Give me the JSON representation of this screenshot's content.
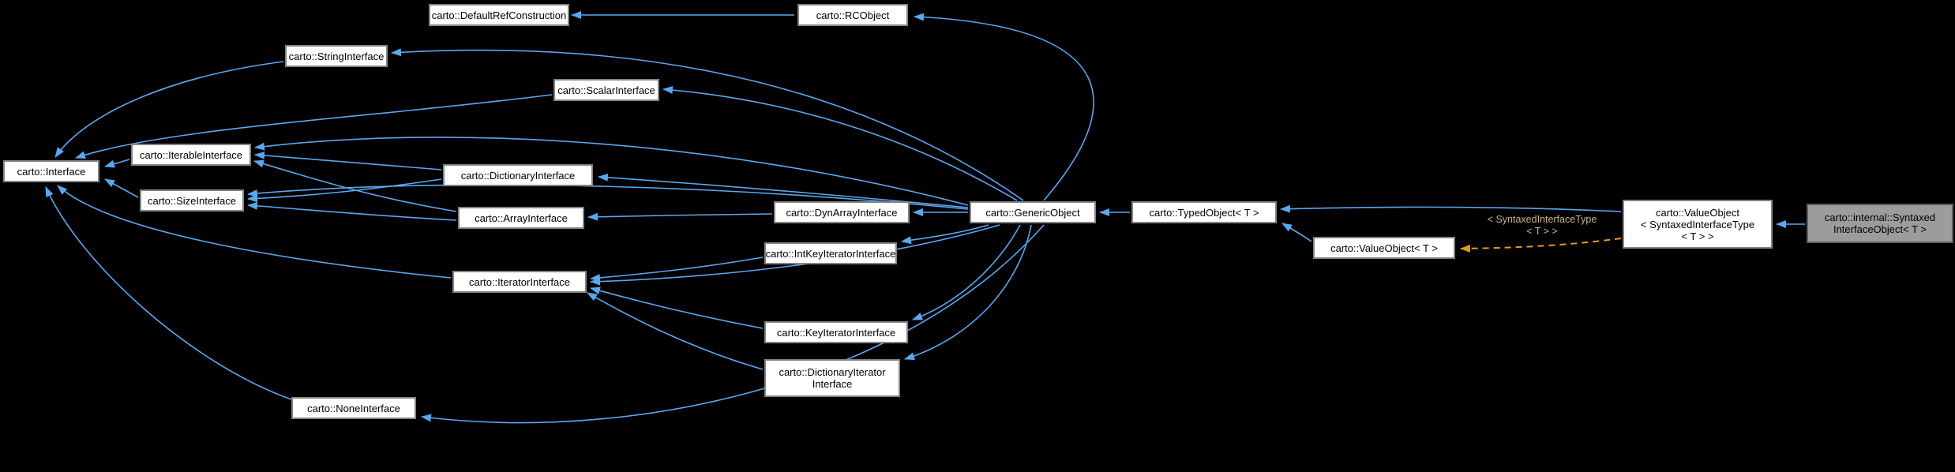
{
  "diagram": {
    "background_color": "#000000",
    "inheritance_edge_color": "#5aa7ef",
    "template_edge_color": "#e8971e",
    "node_fill_color": "#ffffff",
    "node_border_color": "#848484",
    "highlighted_node_fill_color": "#9c9c9c"
  },
  "nodes": {
    "default_ref_construction": {
      "label": "carto::DefaultRefConstruction"
    },
    "rc_object": {
      "label": "carto::RCObject"
    },
    "string_interface": {
      "label": "carto::StringInterface"
    },
    "scalar_interface": {
      "label": "carto::ScalarInterface"
    },
    "interface": {
      "label": "carto::Interface"
    },
    "iterable_interface": {
      "label": "carto::IterableInterface"
    },
    "size_interface": {
      "label": "carto::SizeInterface"
    },
    "dictionary_interface": {
      "label": "carto::DictionaryInterface"
    },
    "array_interface": {
      "label": "carto::ArrayInterface"
    },
    "dyn_array_interface": {
      "label": "carto::DynArrayInterface"
    },
    "generic_object": {
      "label": "carto::GenericObject"
    },
    "typed_object": {
      "label": "carto::TypedObject< T >"
    },
    "value_object_t": {
      "label": "carto::ValueObject< T >"
    },
    "value_object_syntaxed": {
      "line1": "carto::ValueObject",
      "line2": "< SyntaxedInterfaceType",
      "line3": "< T > >"
    },
    "syntaxed_interface_object": {
      "line1": "carto::internal::Syntaxed",
      "line2": "InterfaceObject< T >"
    },
    "int_key_iterator_interface": {
      "label": "carto::IntKeyIteratorInterface"
    },
    "iterator_interface": {
      "label": "carto::IteratorInterface"
    },
    "key_iterator_interface": {
      "label": "carto::KeyIteratorInterface"
    },
    "dictionary_iterator_interface": {
      "line1": "carto::DictionaryIterator",
      "line2": "Interface"
    },
    "none_interface": {
      "label": "carto::NoneInterface"
    }
  },
  "edge_label": {
    "line1": "< SyntaxedInterfaceType",
    "line2": "< T > >"
  },
  "edges": [
    {
      "from": "carto::RCObject",
      "to": "carto::DefaultRefConstruction",
      "style": "inheritance-solid-blue"
    },
    {
      "from": "carto::GenericObject",
      "to": "carto::RCObject",
      "style": "inheritance-solid-blue"
    },
    {
      "from": "carto::StringInterface",
      "to": "carto::Interface",
      "style": "inheritance-solid-blue"
    },
    {
      "from": "carto::GenericObject",
      "to": "carto::StringInterface",
      "style": "inheritance-solid-blue"
    },
    {
      "from": "carto::ScalarInterface",
      "to": "carto::Interface",
      "style": "inheritance-solid-blue"
    },
    {
      "from": "carto::GenericObject",
      "to": "carto::ScalarInterface",
      "style": "inheritance-solid-blue"
    },
    {
      "from": "carto::IterableInterface",
      "to": "carto::Interface",
      "style": "inheritance-solid-blue"
    },
    {
      "from": "carto::SizeInterface",
      "to": "carto::Interface",
      "style": "inheritance-solid-blue"
    },
    {
      "from": "carto::DictionaryInterface",
      "to": "carto::IterableInterface",
      "style": "inheritance-solid-blue"
    },
    {
      "from": "carto::DictionaryInterface",
      "to": "carto::SizeInterface",
      "style": "inheritance-solid-blue"
    },
    {
      "from": "carto::ArrayInterface",
      "to": "carto::IterableInterface",
      "style": "inheritance-solid-blue"
    },
    {
      "from": "carto::ArrayInterface",
      "to": "carto::SizeInterface",
      "style": "inheritance-solid-blue"
    },
    {
      "from": "carto::GenericObject",
      "to": "carto::IterableInterface",
      "style": "inheritance-solid-blue"
    },
    {
      "from": "carto::GenericObject",
      "to": "carto::SizeInterface",
      "style": "inheritance-solid-blue"
    },
    {
      "from": "carto::GenericObject",
      "to": "carto::DictionaryInterface",
      "style": "inheritance-solid-blue"
    },
    {
      "from": "carto::DynArrayInterface",
      "to": "carto::ArrayInterface",
      "style": "inheritance-solid-blue"
    },
    {
      "from": "carto::GenericObject",
      "to": "carto::DynArrayInterface",
      "style": "inheritance-solid-blue"
    },
    {
      "from": "carto::IntKeyIteratorInterface",
      "to": "carto::IteratorInterface",
      "style": "inheritance-solid-blue"
    },
    {
      "from": "carto::GenericObject",
      "to": "carto::IntKeyIteratorInterface",
      "style": "inheritance-solid-blue"
    },
    {
      "from": "carto::IteratorInterface",
      "to": "carto::Interface",
      "style": "inheritance-solid-blue"
    },
    {
      "from": "carto::GenericObject",
      "to": "carto::IteratorInterface",
      "style": "inheritance-solid-blue"
    },
    {
      "from": "carto::KeyIteratorInterface",
      "to": "carto::IteratorInterface",
      "style": "inheritance-solid-blue"
    },
    {
      "from": "carto::GenericObject",
      "to": "carto::KeyIteratorInterface",
      "style": "inheritance-solid-blue"
    },
    {
      "from": "carto::DictionaryIteratorInterface",
      "to": "carto::IteratorInterface",
      "style": "inheritance-solid-blue"
    },
    {
      "from": "carto::GenericObject",
      "to": "carto::DictionaryIteratorInterface",
      "style": "inheritance-solid-blue"
    },
    {
      "from": "carto::NoneInterface",
      "to": "carto::Interface",
      "style": "inheritance-solid-blue"
    },
    {
      "from": "carto::GenericObject",
      "to": "carto::NoneInterface",
      "style": "inheritance-solid-blue"
    },
    {
      "from": "carto::TypedObject< T >",
      "to": "carto::GenericObject",
      "style": "inheritance-solid-blue"
    },
    {
      "from": "carto::ValueObject< T >",
      "to": "carto::TypedObject< T >",
      "style": "inheritance-solid-blue"
    },
    {
      "from": "carto::ValueObject< SyntaxedInterfaceType< T > >",
      "to": "carto::TypedObject< T >",
      "style": "inheritance-solid-blue"
    },
    {
      "from": "carto::internal::SyntaxedInterfaceObject< T >",
      "to": "carto::ValueObject< SyntaxedInterfaceType< T > >",
      "style": "inheritance-solid-blue"
    },
    {
      "from": "carto::ValueObject< SyntaxedInterfaceType< T > >",
      "to": "carto::ValueObject< T >",
      "style": "template-dashed-orange",
      "label": "< SyntaxedInterfaceType < T > >"
    }
  ]
}
